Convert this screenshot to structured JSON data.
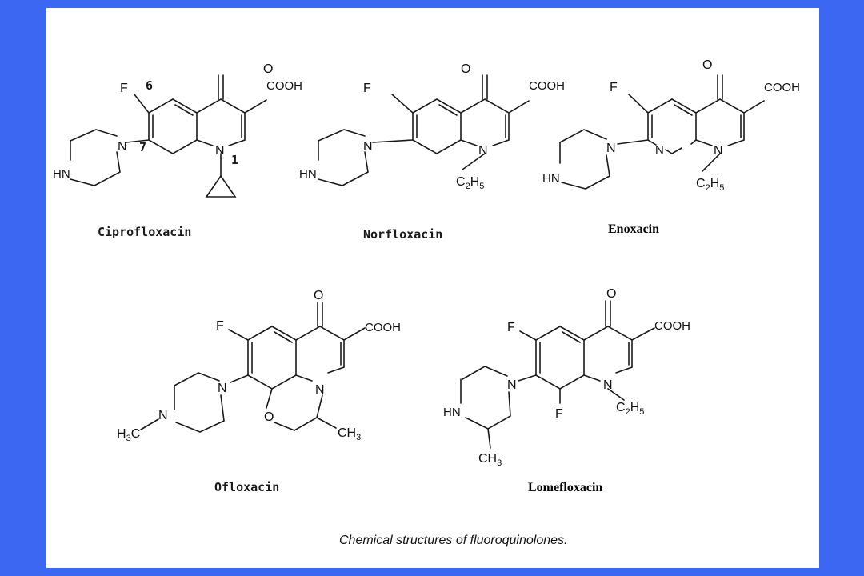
{
  "molecules": [
    {
      "name": "Ciprofloxacin",
      "style": "typewriter"
    },
    {
      "name": "Norfloxacin",
      "style": "typewriter"
    },
    {
      "name": "Enoxacin",
      "style": "serif"
    },
    {
      "name": "Ofloxacin",
      "style": "typewriter"
    },
    {
      "name": "Lomefloxacin",
      "style": "serif"
    }
  ],
  "atoms": {
    "oxygen": "O",
    "fluorine": "F",
    "nitrogen": "N",
    "carboxyl": "COOH",
    "amine": "HN",
    "methyl": "CH",
    "methyl_sub": "3",
    "methyl_left": "H",
    "ethyl_c": "C",
    "ethyl_2": "2",
    "ethyl_h": "H",
    "ethyl_5": "5"
  },
  "positions": {
    "p6": "6",
    "p7": "7",
    "p1": "1"
  },
  "caption": "Chemical structures of fluoroquinolones."
}
